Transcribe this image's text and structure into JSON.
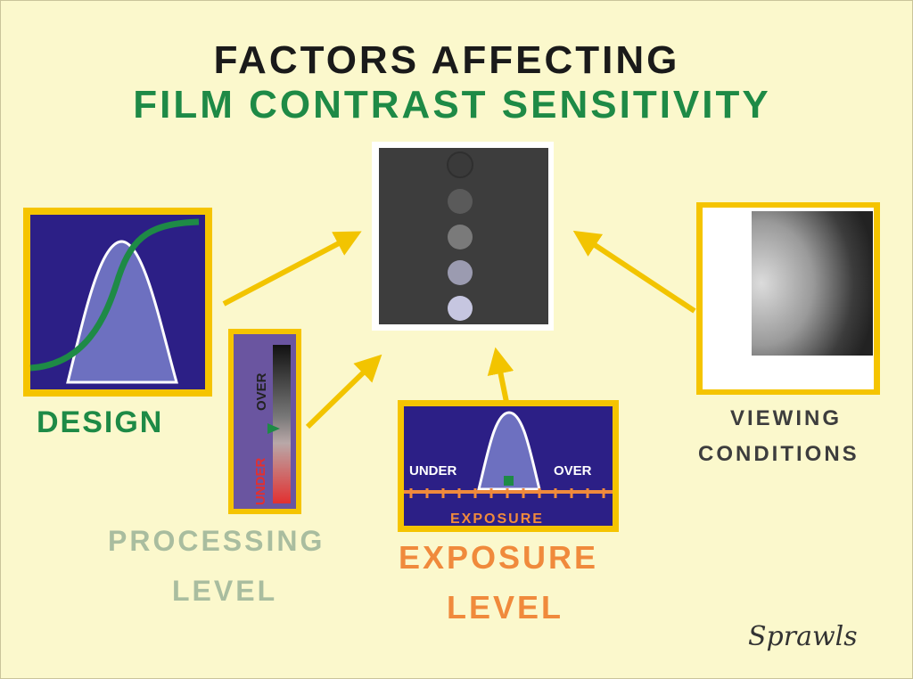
{
  "title": {
    "line1": "FACTORS AFFECTING",
    "line2": "FILM CONTRAST SENSITIVITY"
  },
  "labels": {
    "design": "DESIGN",
    "processing_line1": "PROCESSING",
    "processing_line2": "LEVEL",
    "exposure_line1": "EXPOSURE",
    "exposure_line2": "LEVEL",
    "viewing_line1": "VIEWING",
    "viewing_line2": "CONDITIONS"
  },
  "processing_panel": {
    "over_label": "OVER",
    "under_label": "UNDER"
  },
  "exposure_panel": {
    "under_label": "UNDER",
    "over_label": "OVER",
    "axis_label": "EXPOSURE"
  },
  "signature": "Sprawls",
  "colors": {
    "background": "#fbf8cc",
    "panel_border": "#f5c400",
    "panel_fill": "#2c1f86",
    "curve_green": "#1e8a46",
    "title_green": "#1e8a46",
    "exposure_orange": "#f08a3c",
    "processing_gray": "#a9bd9f",
    "arrow": "#f2c400"
  }
}
